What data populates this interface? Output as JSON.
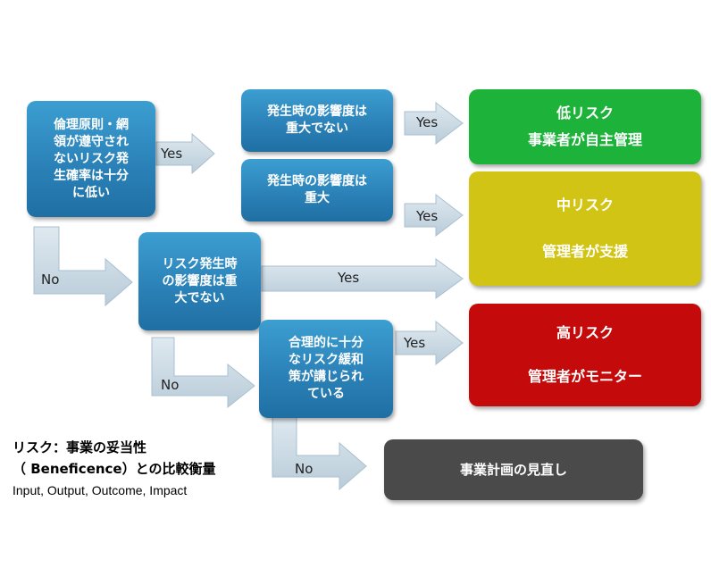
{
  "decisions": {
    "probability": "倫理原則・網\n領が遵守され\nないリスク発\n生確率は十分\nに低い",
    "impact_not_serious_top": "発生時の影響度は\n重大でない",
    "impact_serious": "発生時の影響度は\n重大",
    "impact_not_serious_mid": "リスク発生時\nの影響度は重\n大でない",
    "mitigation": "合理的に十分\nなリスク緩和\n策が講じられ\nている"
  },
  "outcomes": {
    "low_title": "低リスク",
    "low_action": "事業者が自主管理",
    "mid_title": "中リスク",
    "mid_action": "管理者が支援",
    "high_title": "高リスク",
    "high_action": "管理者がモニター",
    "review": "事業計画の見直し"
  },
  "labels": {
    "yes": "Yes",
    "no": "No"
  },
  "note": {
    "line1": "リスク：事業の妥当性",
    "line2": "（ Beneficence）との比較衡量",
    "line3": "Input, Output, Outcome, Impact"
  },
  "colors": {
    "decision_blue": "#2b82b8",
    "low_green": "#1db33a",
    "mid_yellow": "#d2c414",
    "high_red": "#c40a0a",
    "review_gray": "#4a4a4a",
    "arrow_fill": "#c9dbe6"
  }
}
